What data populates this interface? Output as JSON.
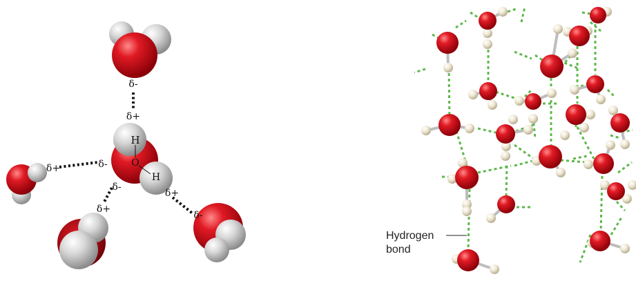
{
  "colors": {
    "oxygen": "#d8101e",
    "hydrogen_left": "#c8c8c8",
    "hydrogen_right": "#e9e2cc",
    "bond_dots": "#111111",
    "hbond_green": "#4caf3c",
    "covalent": "#bdbdbd"
  },
  "left_diagram": {
    "central_H_label": "H",
    "central_O_label": "O",
    "central_H2_label": "H",
    "charges": {
      "top_neg": "δ-",
      "top_pos": "δ+",
      "left_pos": "δ+",
      "left_neg": "δ-",
      "bottom_left_neg": "δ-",
      "bottom_left_pos": "δ+",
      "bottom_right_pos": "δ+",
      "bottom_right_neg": "δ-"
    }
  },
  "right_diagram": {
    "callout_line1": "Hydrogen",
    "callout_line2": "bond"
  }
}
